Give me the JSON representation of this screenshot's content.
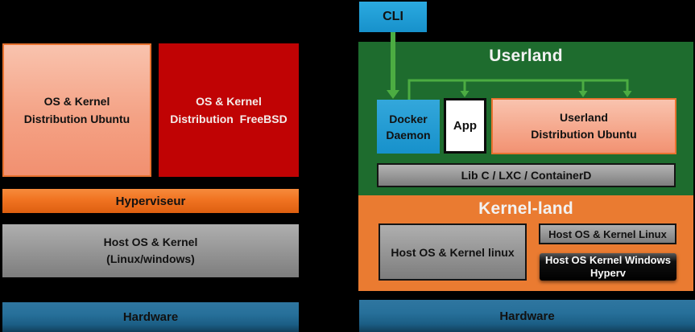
{
  "diagram": {
    "left": {
      "vm_ubuntu": {
        "line1": "OS & Kernel",
        "line2": "Distribution Ubuntu"
      },
      "vm_freebsd": {
        "line1": "OS & Kernel",
        "line2": "Distribution  FreeBSD"
      },
      "hyperviseur": "Hyperviseur",
      "host_os": {
        "line1": "Host OS & Kernel",
        "line2": "(Linux/windows)"
      },
      "hardware": "Hardware"
    },
    "right": {
      "cli": "CLI",
      "userland": {
        "title": "Userland",
        "docker_daemon": {
          "line1": "Docker",
          "line2": "Daemon"
        },
        "app": "App",
        "userland_ubuntu": {
          "line1": "Userland",
          "line2": "Distribution Ubuntu"
        },
        "lib_bar": "Lib C / LXC / ContainerD"
      },
      "kernel_land": {
        "title": "Kernel-land",
        "host_linux_large": "Host OS & Kernel linux",
        "host_linux_small": "Host OS & Kernel Linux",
        "hyperv": {
          "line1": "Host OS Kernel Windows",
          "line2": "Hyperv"
        }
      },
      "hardware": "Hardware"
    },
    "colors": {
      "background": "#000000",
      "userland_green": "#1E6C2E",
      "kernel_orange": "#EA7B31",
      "arrow_green": "#4CAC42",
      "cli_blue": "#1E9ED6",
      "vm_red": "#C00304",
      "salmon_box": "#F4A285",
      "hyperviseur_orange": "#EE741F",
      "gray_box": "#969696",
      "hardware_blue": "#1F6890"
    }
  }
}
